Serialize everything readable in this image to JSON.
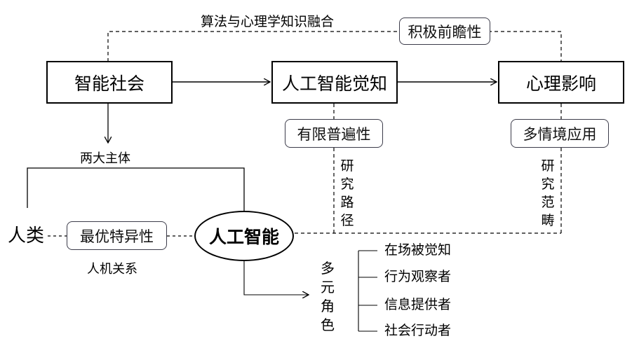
{
  "top_link_label": "算法与心理学知识融合",
  "nodes": {
    "smart_society": "智能社会",
    "ai_perception": "人工智能觉知",
    "psych_impact": "心理影响",
    "ai": "人工智能",
    "human": "人类"
  },
  "tags": {
    "proactive": "积极前瞻性",
    "limited_universality": "有限普遍性",
    "multi_scenario": "多情境应用",
    "most_distinctive": "最优特异性"
  },
  "labels": {
    "two_subjects": "两大主体",
    "human_machine_relation": "人机关系",
    "research_path": "研究路径",
    "research_scope": "研究范畴",
    "multiple_roles": "多元角色"
  },
  "roles": [
    "在场被觉知",
    "行为观察者",
    "信息提供者",
    "社会行动者"
  ]
}
